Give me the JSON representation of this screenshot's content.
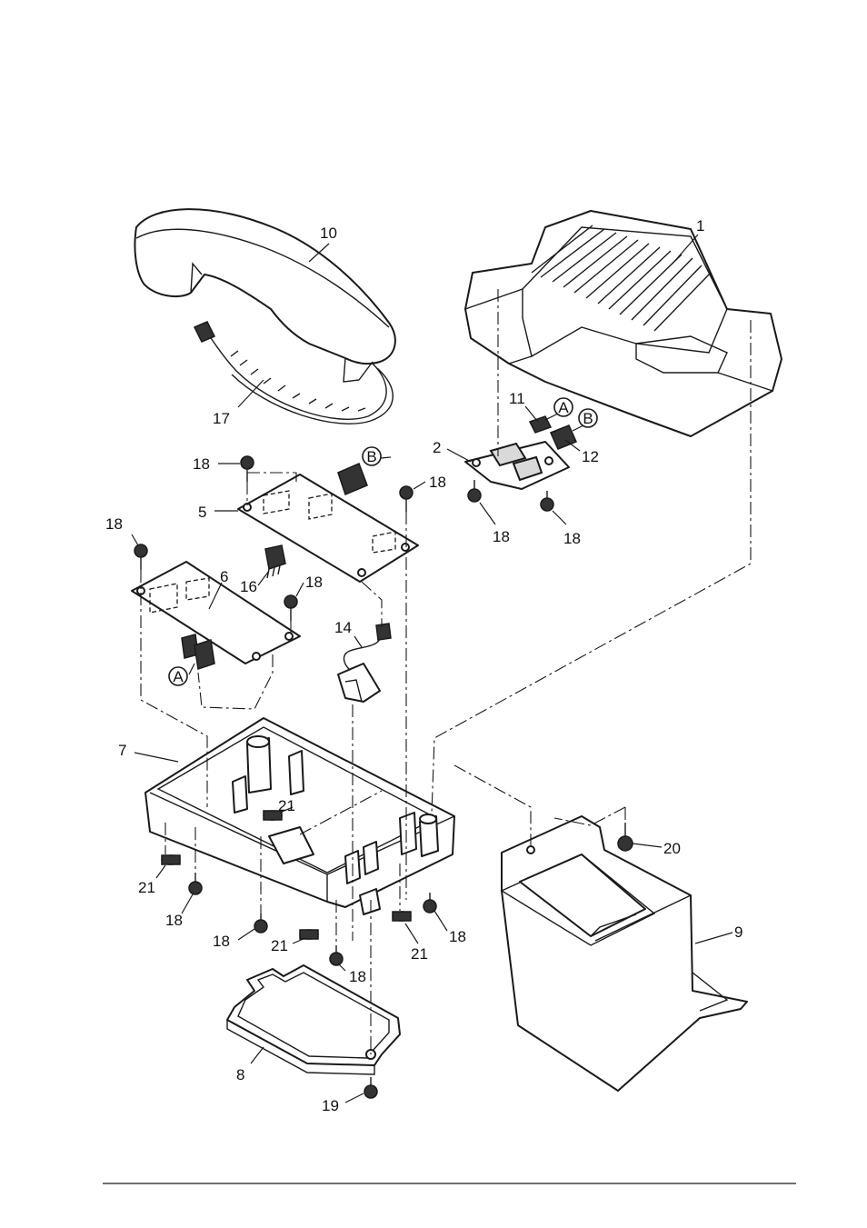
{
  "labels": {
    "p1": "1",
    "p2": "2",
    "p5": "5",
    "p6": "6",
    "p7": "7",
    "p8": "8",
    "p9": "9",
    "p10": "10",
    "p11": "11",
    "p12": "12",
    "p14": "14",
    "p16": "16",
    "p17": "17",
    "p18": "18",
    "p19": "19",
    "p20": "20",
    "p21": "21"
  },
  "connectors": {
    "a": "A",
    "b": "B"
  }
}
